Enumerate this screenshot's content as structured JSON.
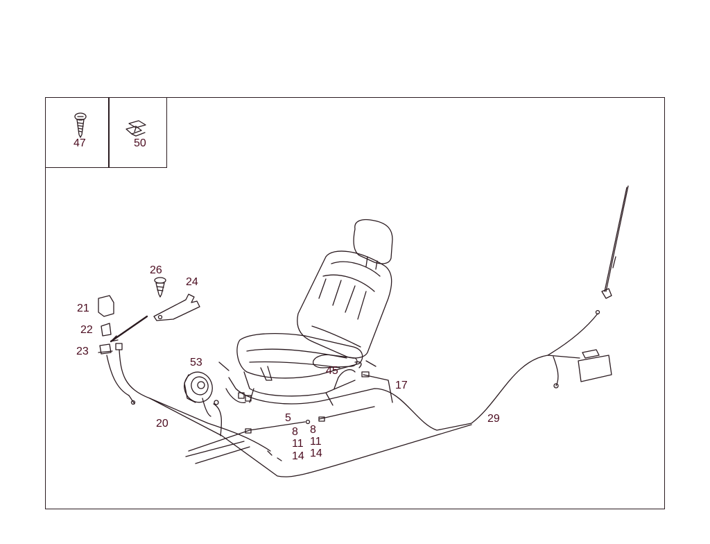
{
  "colors": {
    "ink": "#4a0a1e",
    "line": "#2a1a1f"
  },
  "labels": {
    "p47": "47",
    "p50": "50",
    "p26": "26",
    "p24": "24",
    "p21": "21",
    "p22": "22",
    "p23": "23",
    "p53": "53",
    "p45": "45",
    "p17": "17",
    "p20": "20",
    "p5": "5",
    "p8a": "8",
    "p8b": "8",
    "p11a": "11",
    "p11b": "11",
    "p14a": "14",
    "p14b": "14",
    "p29": "29"
  },
  "icons": [
    "screw-icon",
    "clip-icon",
    "seat-icon",
    "speaker-icon",
    "antenna-icon",
    "control-unit-icon",
    "bracket-icon",
    "connector-icon"
  ]
}
